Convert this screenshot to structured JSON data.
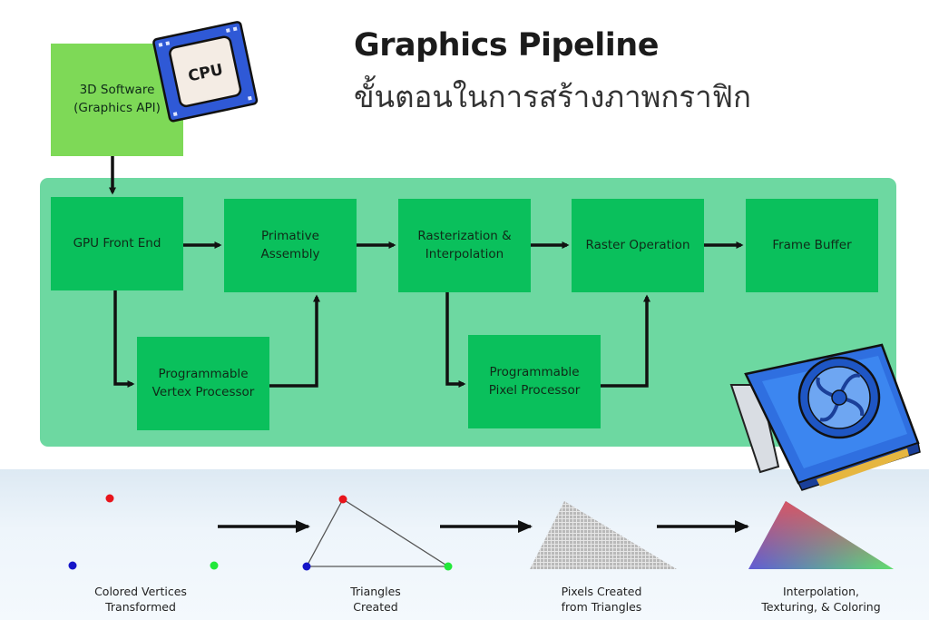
{
  "header": {
    "title": "Graphics Pipeline",
    "subtitle": "ขั้นตอนในการสร้างภาพกราฟิก"
  },
  "cpu": {
    "label": "CPU",
    "icon": "cpu-chip-icon"
  },
  "gpu_card": {
    "icon": "graphics-card-icon"
  },
  "nodes": {
    "software": "3D Software\n(Graphics API)",
    "front_end": "GPU Front End",
    "primitive": "Primative\nAssembly",
    "raster": "Rasterization &\nInterpolation",
    "raster_op": "Raster Operation",
    "frame_buffer": "Frame Buffer",
    "vertex": "Programmable\nVertex Processor",
    "pixel": "Programmable\nPixel Processor"
  },
  "stages": [
    {
      "caption": "Colored Vertices\nTransformed"
    },
    {
      "caption": "Triangles\nCreated"
    },
    {
      "caption": "Pixels Created\nfrom Triangles"
    },
    {
      "caption": "Interpolation,\nTexturing, & Coloring"
    }
  ],
  "colors": {
    "panel": "#6dd8a1",
    "node": "#0ac05c",
    "software_node": "#7ed957",
    "vertex_red": "#e8141b",
    "vertex_green": "#22e83a",
    "vertex_blue": "#1515c8",
    "card_blue": "#2f6fe0",
    "chip_blue": "#2f59d6"
  }
}
